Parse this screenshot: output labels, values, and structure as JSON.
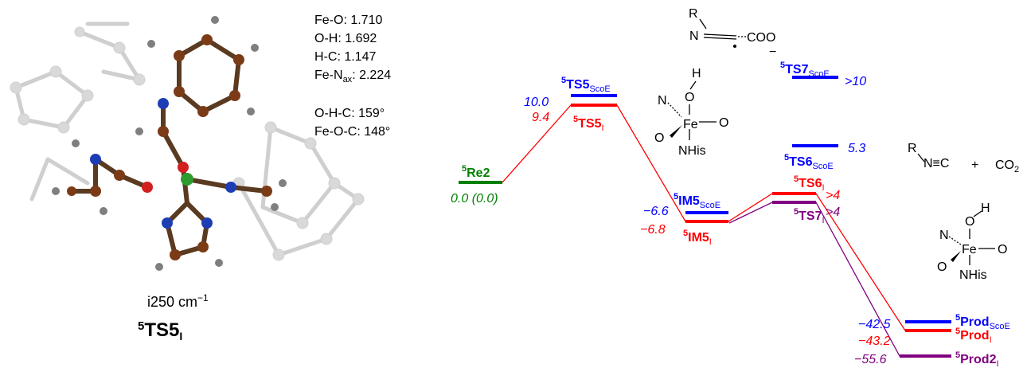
{
  "colors": {
    "red": "#ff0000",
    "blue": "#0000ff",
    "green": "#008000",
    "purple": "#800080",
    "black": "#000000"
  },
  "structure": {
    "geometry_lines": [
      "Fe-O: 1.710",
      "O-H: 1.692",
      "H-C: 1.147"
    ],
    "fe_nax": {
      "base": "Fe-N",
      "sub": "ax",
      "value": ": 2.224"
    },
    "angle_lines": [
      "O-H-C: 159°",
      "Fe-O-C: 148°"
    ],
    "frequency": "i250 cm",
    "frequency_exp": "−1",
    "label": {
      "sup": "5",
      "base": "TS5",
      "sub": "I"
    }
  },
  "states": {
    "re2": {
      "sup": "5",
      "base": "Re2",
      "energy": "0.0 (0.0)"
    },
    "ts5_scoe": {
      "sup": "5",
      "base": "TS5",
      "sub": "ScoE",
      "energy": "10.0"
    },
    "ts5_i": {
      "sup": "5",
      "base": "TS5",
      "sub": "I",
      "energy": "9.4"
    },
    "im5_scoe": {
      "sup": "5",
      "base": "IM5",
      "sub": "ScoE",
      "energy": "−6.6"
    },
    "im5_i": {
      "sup": "5",
      "base": "IM5",
      "sub": "I",
      "energy": "−6.8"
    },
    "ts7_scoe": {
      "sup": "5",
      "base": "TS7",
      "sub": "ScoE",
      "energy": ">10"
    },
    "ts6_scoe": {
      "sup": "5",
      "base": "TS6",
      "sub": "ScoE",
      "energy": "5.3"
    },
    "ts6_i": {
      "sup": "5",
      "base": "TS6",
      "sub": "I",
      "energy": ">4"
    },
    "ts7_i": {
      "sup": "5",
      "base": "TS7",
      "sub": "I",
      "energy": ">4"
    },
    "prod_scoe": {
      "sup": "5",
      "base": "Prod",
      "sub": "ScoE",
      "energy": "−42.5"
    },
    "prod_i": {
      "sup": "5",
      "base": "Prod",
      "sub": "I",
      "energy": "−43.2"
    },
    "prod2_i": {
      "sup": "5",
      "base": "Prod2",
      "sub": "I",
      "energy": "−55.6"
    }
  },
  "chemistry": {
    "r": "R",
    "n": "N",
    "coo": "COO",
    "minus": "−",
    "o": "O",
    "h": "H",
    "fe": "Fe",
    "nhis": "NHis",
    "nitrile": "N≡C",
    "plus": "+",
    "co2": "CO",
    "co2_sub": "2"
  }
}
